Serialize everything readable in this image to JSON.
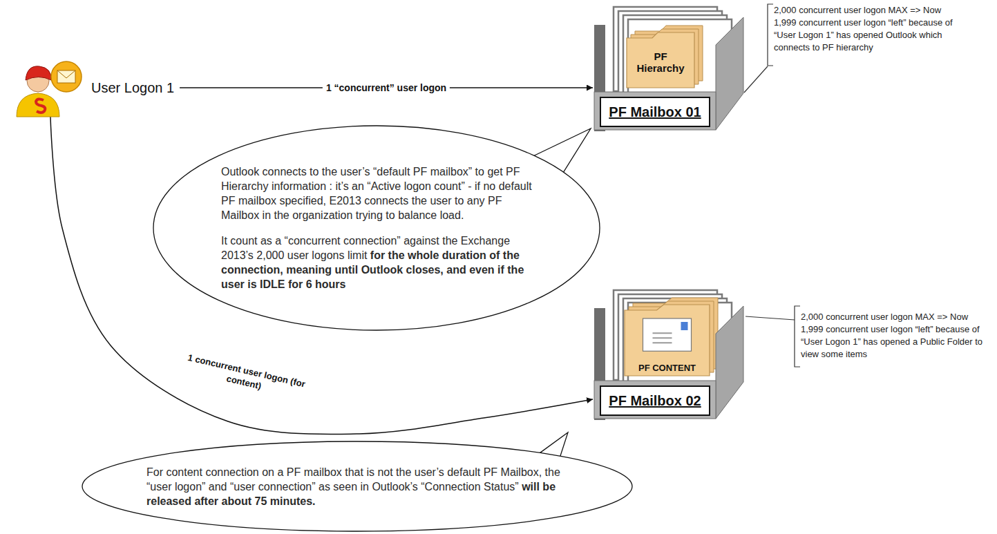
{
  "diagram": {
    "nodes": [
      {
        "text": [
          "User Logon 1"
        ]
      },
      {
        "text": [
          "PF Mailbox 01"
        ]
      },
      {
        "text": [
          "PF Hierarchy"
        ],
        "in": 1
      },
      {
        "text": [
          "Outlook connects to the user’s “default PF mailbox” to get PF Hierarchy information : it’s an “Active logon count” - if no default PF mailbox specified, E2013 connects the user to any PF Mailbox in the organization trying to balance load.",
          "It count as a “concurrent connection” against the Exchange 2013’s 2,000 user logons limit",
          "for the whole duration of the connection, meaning until Outlook closes, and even if the user is IDLE for 6 hours"
        ]
      },
      {
        "text": [
          "PF Mailbox 02"
        ]
      },
      {
        "text": [
          "PF CONTENT"
        ],
        "in": 4
      },
      {
        "text": [
          "For content connection on a PF mailbox that is not the user’s default PF Mailbox, the “user logon” and “user connection” as seen in Outlook’s “Connection Status”",
          "will be released after about 75 minutes."
        ]
      }
    ],
    "edges": [
      {
        "from": 0,
        "to": 1,
        "arrow": "to",
        "label": "1 “concurrent” user logon"
      },
      {
        "from": 0,
        "to": 4,
        "arrow": "to",
        "label": "1 concurrent user logon (for content)"
      }
    ],
    "labels": [
      "2,000 concurrent user logon MAX => Now 1,999 concurrent user logon “left” because of “User Logon 1” has opened Outlook which connects to PF hierarchy",
      "2,000 concurrent user logon MAX => Now 1,999 concurrent user logon “left” because of “User Logon 1” has opened a Public Folder to view some items"
    ]
  }
}
